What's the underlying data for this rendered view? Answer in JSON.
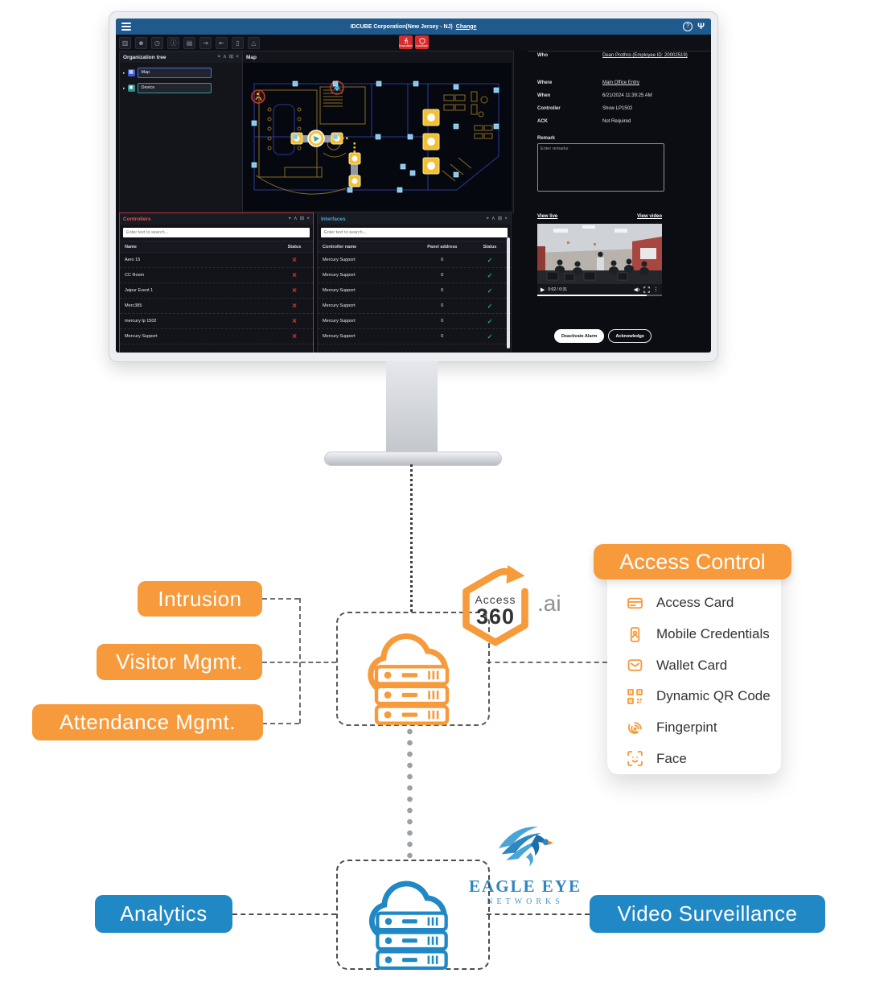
{
  "colors": {
    "orange": "#F79A3B",
    "blue": "#2188C6",
    "red": "#E03131",
    "green": "#2FAE5F",
    "titlebar_blue": "#20598C"
  },
  "monitor": {
    "titlebar": {
      "title": "IDCUBE Corporation(New Jersey - NJ)",
      "change_link": "Change"
    },
    "toolbar": {
      "icons": [
        "sitemap",
        "user",
        "clock",
        "info",
        "card",
        "check-in",
        "check-out",
        "mobile",
        "bell"
      ],
      "evacuation_label": "Evacuation",
      "lockdown_label": "Lockdown"
    },
    "window_icons": [
      "pin",
      "collapse",
      "maximize",
      "close"
    ],
    "org_tree": {
      "title": "Organization tree",
      "items": [
        {
          "label": "Map"
        },
        {
          "label": "Device"
        }
      ]
    },
    "map": {
      "title": "Map"
    },
    "details": {
      "who": {
        "label": "Who",
        "value": "Dean Prothro (Employee ID: 20002519)"
      },
      "where": {
        "label": "Where",
        "value": "Main Office Entry"
      },
      "when": {
        "label": "When",
        "value": "6/21/2024 11:39:25 AM"
      },
      "controller": {
        "label": "Controller",
        "value": "Show LP1502"
      },
      "ack": {
        "label": "ACK",
        "value": "Not Required"
      },
      "remark_label": "Remark",
      "remark_placeholder": "Enter remarks",
      "view_live": "View live",
      "view_video": "View video",
      "video_time": "0:02 / 0:31",
      "deactivate_btn": "Deactivate Alarm",
      "acknowledge_btn": "Acknowledge"
    },
    "controllers": {
      "title": "Controllers",
      "search_placeholder": "Enter text to search...",
      "cols": [
        "Name",
        "Status"
      ],
      "rows": [
        "Aero 15",
        "CC Room",
        "Jaipur Event 1",
        "Merc385",
        "mercury lp 1502",
        "Mercury Support"
      ]
    },
    "interfaces": {
      "title": "Interfaces",
      "search_placeholder": "Enter text to search...",
      "cols": [
        "Controller name",
        "Panel address",
        "Status"
      ],
      "rows": [
        {
          "name": "Mercury Support",
          "panel": "0"
        },
        {
          "name": "Mercury Support",
          "panel": "0"
        },
        {
          "name": "Mercury Support",
          "panel": "0"
        },
        {
          "name": "Mercury Support",
          "panel": "0"
        },
        {
          "name": "Mercury Support",
          "panel": "0"
        },
        {
          "name": "Mercury Support",
          "panel": "0"
        }
      ]
    }
  },
  "diagram": {
    "access360": {
      "word": "Access",
      "num": "360",
      "suffix": ".ai"
    },
    "modules_left": [
      "Intrusion",
      "Visitor Mgmt.",
      "Attendance Mgmt."
    ],
    "access_control": {
      "title": "Access Control",
      "items": [
        {
          "icon": "card",
          "label": "Access Card"
        },
        {
          "icon": "mobile",
          "label": "Mobile Credentials"
        },
        {
          "icon": "wallet",
          "label": "Wallet Card"
        },
        {
          "icon": "qr",
          "label": "Dynamic QR Code"
        },
        {
          "icon": "fingerprint",
          "label": "Fingerpint"
        },
        {
          "icon": "face",
          "label": "Face"
        }
      ]
    },
    "eagle_eye": {
      "name": "EAGLE EYE",
      "sub": "NETWORKS"
    },
    "analytics_label": "Analytics",
    "video_surveillance_label": "Video Surveillance"
  }
}
